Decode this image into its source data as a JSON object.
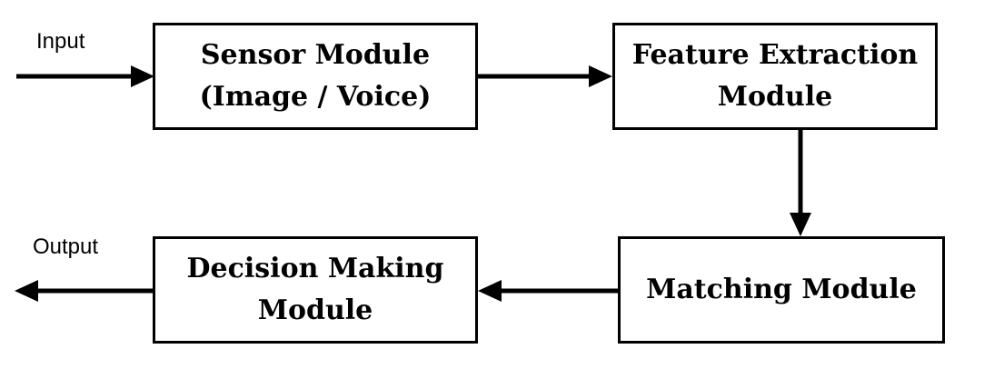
{
  "diagram": {
    "input_label": "Input",
    "output_label": "Output",
    "modules": {
      "sensor": {
        "line1": "Sensor Module",
        "line2": "(Image / Voice)"
      },
      "feature_extraction": {
        "line1": "Feature Extraction",
        "line2": "Module"
      },
      "matching": {
        "line1": "Matching Module"
      },
      "decision": {
        "line1": "Decision Making",
        "line2": "Module"
      }
    },
    "flow": [
      "Input → Sensor Module (Image / Voice)",
      "Sensor Module (Image / Voice) → Feature Extraction Module",
      "Feature Extraction Module → Matching Module",
      "Matching Module → Decision Making Module",
      "Decision Making Module → Output"
    ],
    "colors": {
      "stroke": "#000000",
      "background": "#ffffff"
    }
  }
}
